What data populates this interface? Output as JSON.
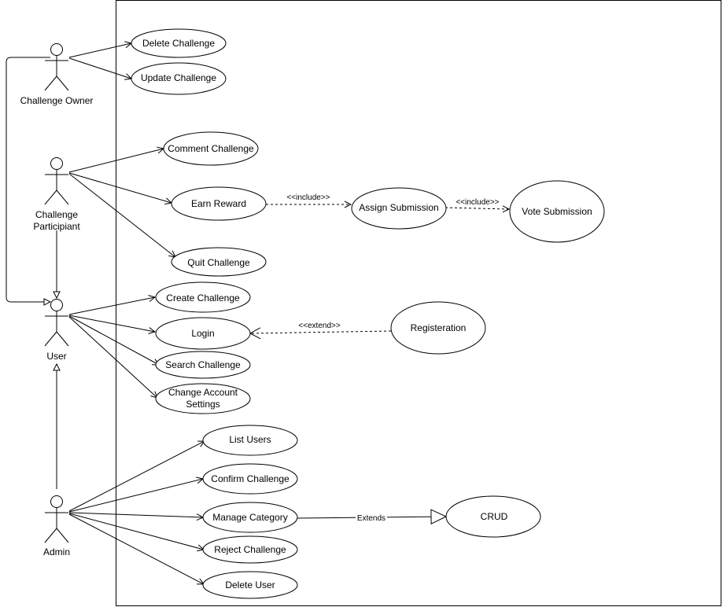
{
  "actors": {
    "challenge_owner": "Challenge Owner",
    "challenge_participant_line1": "Challenge",
    "challenge_participant_line2": "Participiant",
    "user": "User",
    "admin": "Admin"
  },
  "use_cases": {
    "delete_challenge": "Delete Challenge",
    "update_challenge": "Update Challenge",
    "comment_challenge": "Comment Challenge",
    "earn_reward": "Earn Reward",
    "assign_submission": "Assign Submission",
    "vote_submission": "Vote Submission",
    "quit_challenge": "Quit Challenge",
    "create_challenge": "Create Challenge",
    "login": "Login",
    "registeration": "Registeration",
    "search_challenge": "Search Challenge",
    "change_account_settings_line1": "Change Account",
    "change_account_settings_line2": "Settings",
    "list_users": "List Users",
    "confirm_challenge": "Confirm Challenge",
    "manage_category": "Manage Category",
    "crud": "CRUD",
    "reject_challenge": "Reject Challenge",
    "delete_user": "Delete User"
  },
  "relations": {
    "include_1": "<<include>>",
    "include_2": "<<include>>",
    "extend": "<<extend>>",
    "extends": "Extends"
  }
}
